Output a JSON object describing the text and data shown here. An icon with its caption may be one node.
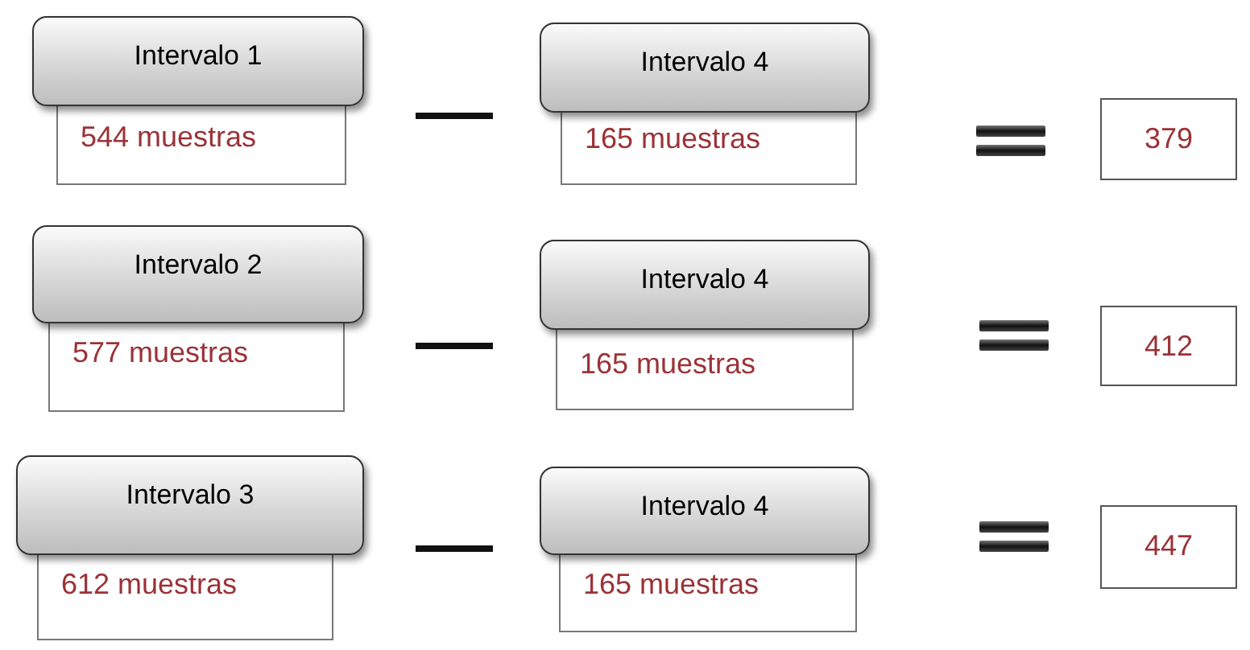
{
  "diagram": {
    "nodes": [
      {
        "text": [
          "Intervalo 1",
          "544 muestras"
        ]
      },
      {
        "text": [
          "Intervalo 4",
          "165 muestras"
        ]
      },
      {
        "text": [
          "379"
        ]
      },
      {
        "text": [
          "Intervalo 2",
          "577 muestras"
        ]
      },
      {
        "text": [
          "Intervalo 4",
          "165 muestras"
        ]
      },
      {
        "text": [
          "412"
        ]
      },
      {
        "text": [
          "Intervalo 3",
          "612 muestras"
        ]
      },
      {
        "text": [
          "Intervalo 4",
          "165 muestras"
        ]
      },
      {
        "text": [
          "447"
        ]
      }
    ]
  }
}
